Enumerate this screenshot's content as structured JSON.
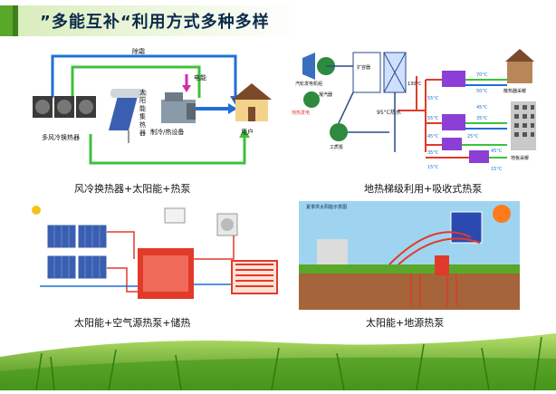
{
  "title": "”多能互补“利用方式多种多样",
  "panel1": {
    "caption": "风冷换热器+太阳能+热泵",
    "label_defrost": "除霜",
    "label_power": "电能",
    "label_fan_units": "多风冷换热器",
    "label_solar": "太阳能集热器",
    "label_equipment": "制冷/热设备",
    "label_user": "用户"
  },
  "panel2": {
    "caption": "地热梯级利用+吸收式热泵",
    "label_generator": "汽轮发电机组",
    "label_power_gen": "地热发电",
    "label_condenser": "凝汽器",
    "label_flash": "扩容器",
    "label_pump": "工质泵",
    "label_95": "95°C热水",
    "label_130": "130°C",
    "label_radiator": "散热器采暖",
    "label_floor": "地板采暖",
    "temps": [
      "70°C",
      "50°C",
      "55°C",
      "45°C",
      "55°C",
      "35°C",
      "45°C",
      "25°C",
      "35°C",
      "15°C",
      "45°C",
      "15°C"
    ]
  },
  "panel3": {
    "caption": "太阳能+空气源热泵+储热"
  },
  "panel4": {
    "caption": "太阳能+地源热泵",
    "label_header": "夏季供太阳能示意图"
  },
  "colors": {
    "accent_green": "#5aa82a",
    "title_navy": "#0b2a4a",
    "pipe_blue": "#1f6fd6",
    "pipe_green": "#3cc23c",
    "pipe_red": "#e23a2a",
    "magenta": "#d12bb0"
  }
}
